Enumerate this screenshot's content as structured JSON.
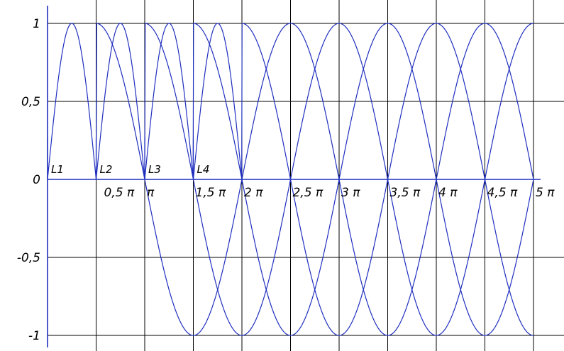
{
  "chart_data": {
    "type": "line",
    "title": "",
    "xlabel": "",
    "ylabel": "",
    "xlim": [
      0,
      5
    ],
    "ylim": [
      -1,
      1
    ],
    "x_unit": "π",
    "grid": true,
    "curve_colors": {
      "curve": "#1f2fbf",
      "axis": "#1f2fbf",
      "grid": "#000000"
    },
    "x_ticks": [
      {
        "value": 0.5,
        "label": "0,5 π"
      },
      {
        "value": 1,
        "label": "π"
      },
      {
        "value": 1.5,
        "label": "1,5 π"
      },
      {
        "value": 2,
        "label": "2 π"
      },
      {
        "value": 2.5,
        "label": "2,5 π"
      },
      {
        "value": 3,
        "label": "3 π"
      },
      {
        "value": 3.5,
        "label": "3,5 π"
      },
      {
        "value": 4,
        "label": "4 π"
      },
      {
        "value": 4.5,
        "label": "4,5 π"
      },
      {
        "value": 5,
        "label": "5 π"
      }
    ],
    "y_ticks": [
      {
        "value": 1,
        "label": "1"
      },
      {
        "value": 0.5,
        "label": "0,5"
      },
      {
        "value": 0,
        "label": "0"
      },
      {
        "value": -0.5,
        "label": "-0,5"
      },
      {
        "value": -1,
        "label": "-1"
      }
    ],
    "series": [
      {
        "name": "L1",
        "start": 0,
        "end": 5,
        "shape": "abs_sin_then_sin"
      },
      {
        "name": "L2",
        "start": 0.5,
        "end": 5,
        "shape": "abs_sin_then_sin"
      },
      {
        "name": "L3",
        "start": 1,
        "end": 5,
        "shape": "abs_sin_then_sin"
      },
      {
        "name": "L4",
        "start": 1.5,
        "end": 5,
        "shape": "abs_sin_then_sin"
      }
    ]
  }
}
